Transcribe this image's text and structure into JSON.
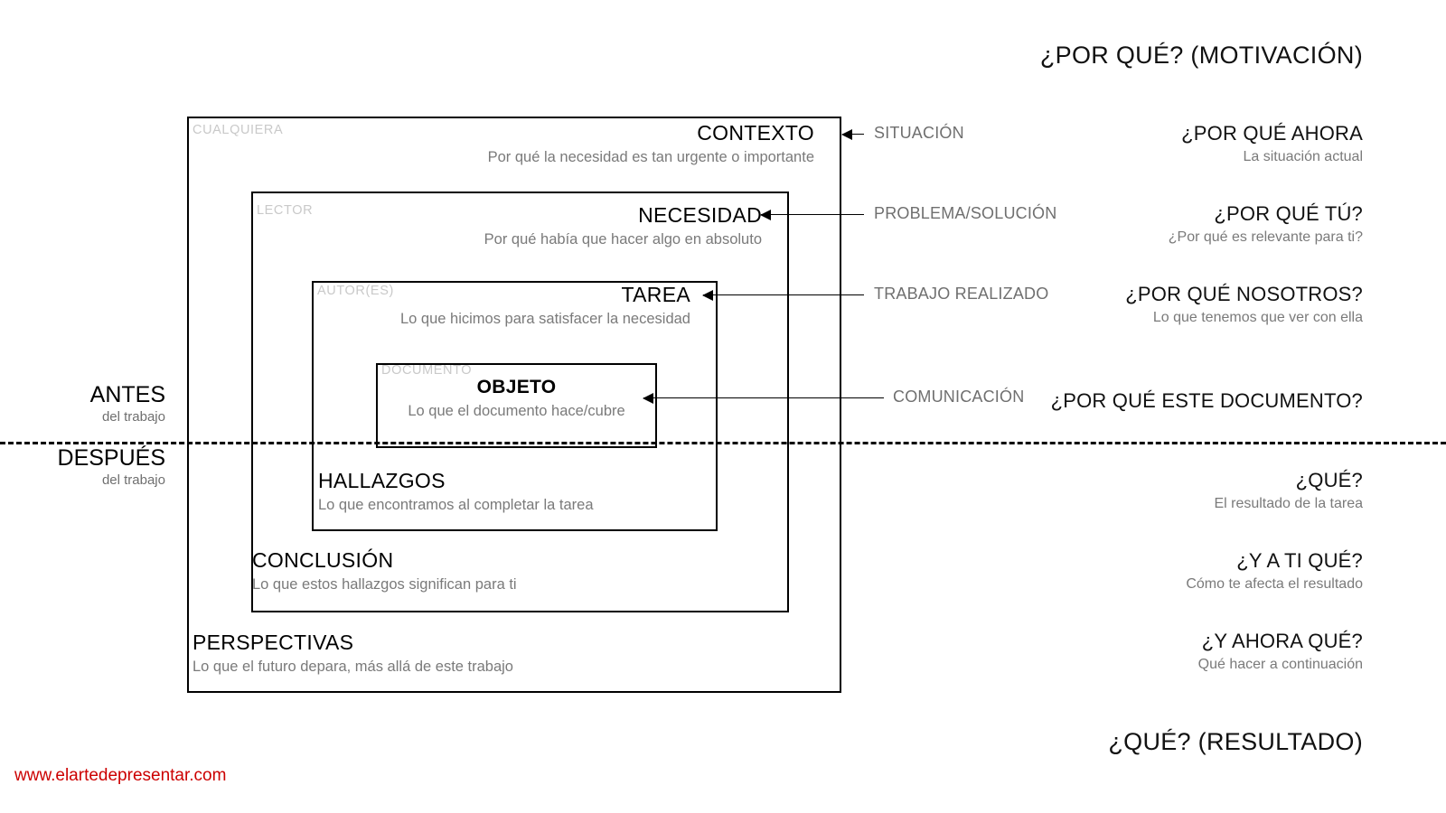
{
  "headers": {
    "top": "¿POR QUÉ? (MOTIVACIÓN)",
    "bottom": "¿QUÉ? (RESULTADO)"
  },
  "phases": [
    {
      "title": "ANTES",
      "subtitle": "del trabajo"
    },
    {
      "title": "DESPUÉS",
      "subtitle": "del trabajo"
    }
  ],
  "audiences": {
    "cualquiera": "CUALQUIERA",
    "lector": "LECTOR",
    "autores": "AUTOR(ES)",
    "documento": "DOCUMENTO"
  },
  "sections": {
    "contexto": {
      "title": "CONTEXTO",
      "subtitle": "Por qué la necesidad es tan urgente o importante"
    },
    "necesidad": {
      "title": "NECESIDAD",
      "subtitle": "Por qué había que hacer algo en absoluto"
    },
    "tarea": {
      "title": "TAREA",
      "subtitle": "Lo que hicimos para satisfacer la necesidad"
    },
    "objeto": {
      "title": "OBJETO",
      "subtitle": "Lo que el documento hace/cubre"
    },
    "hallazgos": {
      "title": "HALLAZGOS",
      "subtitle": "Lo que encontramos al completar la tarea"
    },
    "conclusion": {
      "title": "CONCLUSIÓN",
      "subtitle": "Lo que estos hallazgos significan para ti"
    },
    "perspectivas": {
      "title": "PERSPECTIVAS",
      "subtitle": "Lo que el futuro depara, más allá de este trabajo"
    }
  },
  "annotations": {
    "situacion": "SITUACIÓN",
    "problema": "PROBLEMA/SOLUCIÓN",
    "trabajo": "TRABAJO REALIZADO",
    "comunicacion": "COMUNICACIÓN"
  },
  "questions": {
    "ahora": {
      "title": "¿POR QUÉ AHORA",
      "subtitle": "La situación actual"
    },
    "tu": {
      "title": "¿POR QUÉ TÚ?",
      "subtitle": "¿Por qué es relevante para ti?"
    },
    "nosotros": {
      "title": "¿POR QUÉ NOSOTROS?",
      "subtitle": "Lo que tenemos que ver con ella"
    },
    "documento": {
      "title": "¿POR QUÉ ESTE DOCUMENTO?",
      "subtitle": ""
    },
    "que": {
      "title": "¿QUÉ?",
      "subtitle": "El resultado de la tarea"
    },
    "ati": {
      "title": "¿Y A TI QUÉ?",
      "subtitle": "Cómo te afecta el resultado"
    },
    "ahoraque": {
      "title": "¿Y AHORA QUÉ?",
      "subtitle": "Qué hacer a continuación"
    }
  },
  "footer": {
    "url": "www.elartedepresentar.com"
  },
  "colors": {
    "line": "#000000",
    "audience_label": "#c9c9c9",
    "subtitle": "#7a7a7a",
    "annotation": "#6f6f6f",
    "url": "#cc0000"
  }
}
